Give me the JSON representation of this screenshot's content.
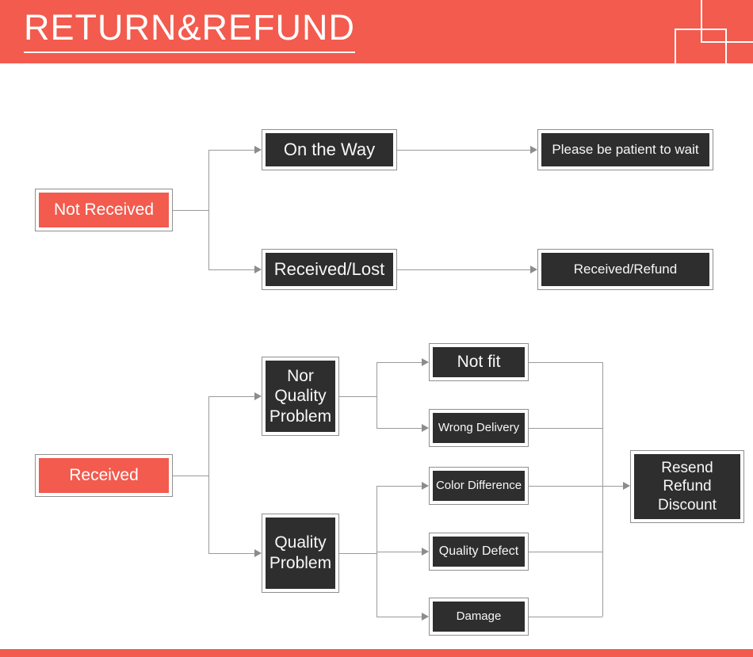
{
  "header": {
    "title": "RETURN&REFUND"
  },
  "colors": {
    "accent": "#f25b4e",
    "dark": "#2e2e2e",
    "line": "#9a9a9a",
    "box_border": "#8f8f8f"
  },
  "flowchart": {
    "branch1": {
      "root": "Not Received",
      "on_the_way": "On the Way",
      "please_wait": "Please be patient to wait",
      "received_lost": "Received/Lost",
      "received_refund": "Received/Refund"
    },
    "branch2": {
      "root": "Received",
      "nor_quality_problem": "Nor\nQuality\nProblem",
      "not_fit": "Not fit",
      "wrong_delivery": "Wrong Delivery",
      "color_difference": "Color Difference",
      "quality_problem": "Quality\nProblem",
      "quality_defect": "Quality Defect",
      "damage": "Damage",
      "outcome": "Resend\nRefund\nDiscount"
    }
  }
}
